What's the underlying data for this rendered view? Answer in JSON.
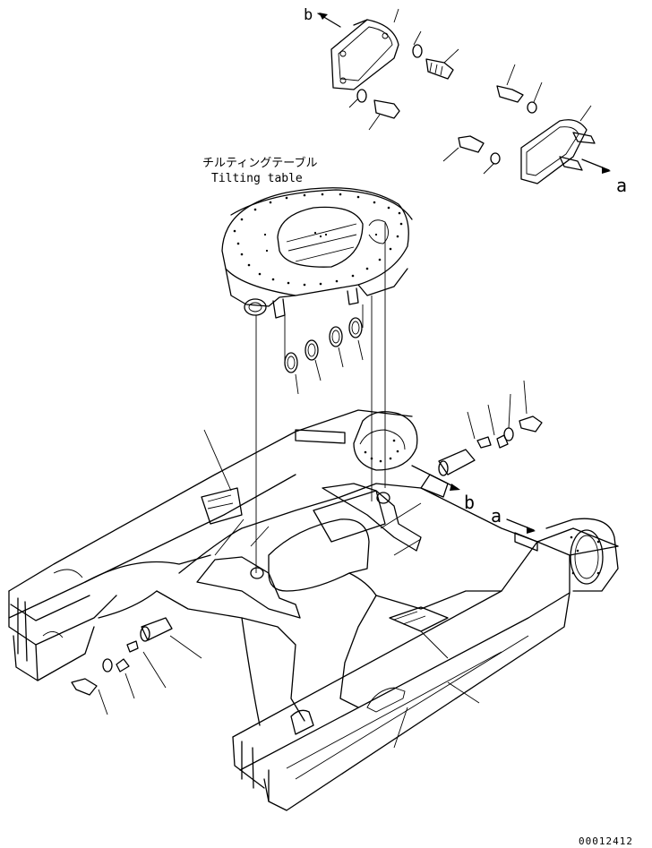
{
  "labels": {
    "title_jp": "チルティングテーブル",
    "title_en": "Tilting table",
    "arrow_b_top": "b",
    "arrow_a_right": "a",
    "arrow_b_mid": "b",
    "arrow_a_mid": "a",
    "drawing_number": "00012412"
  }
}
